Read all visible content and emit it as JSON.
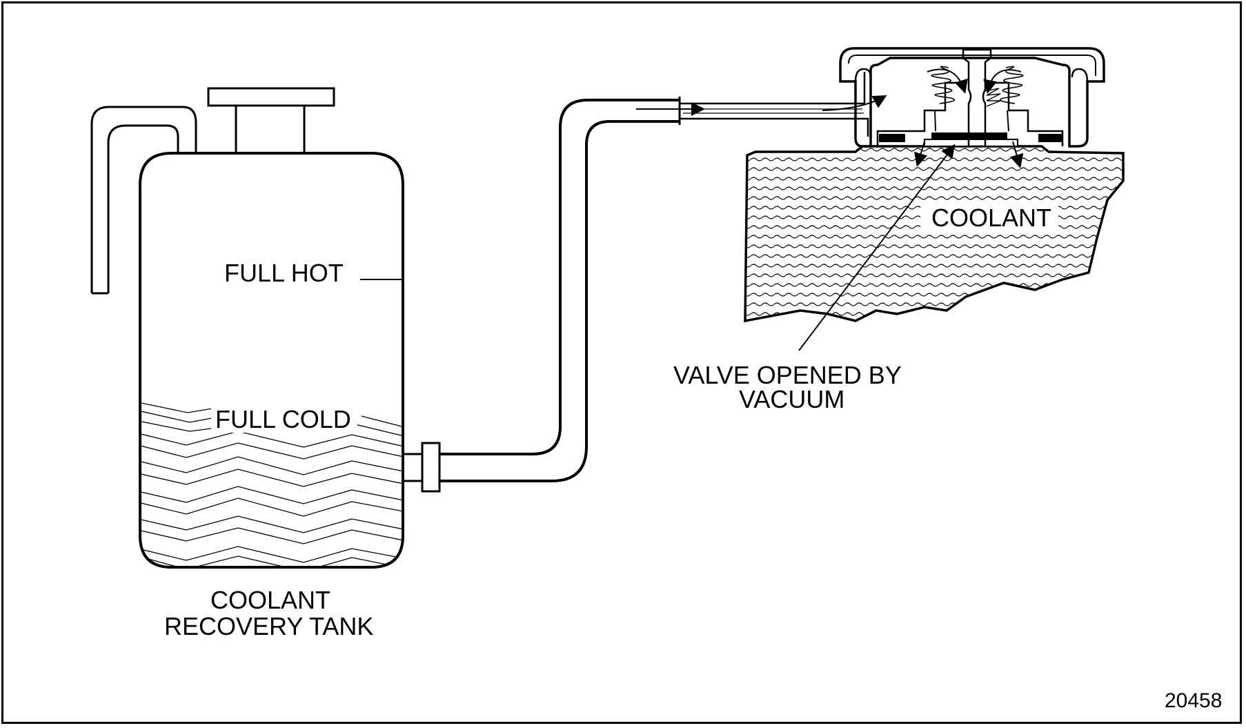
{
  "diagram": {
    "tank": {
      "level_hot": "FULL HOT",
      "level_cold": "FULL COLD",
      "name_line1": "COOLANT",
      "name_line2": "RECOVERY TANK"
    },
    "radiator": {
      "fluid_label": "COOLANT",
      "valve_line1": "VALVE OPENED BY",
      "valve_line2": "VACUUM"
    },
    "figure_number": "20458"
  },
  "colors": {
    "ink": "#000000",
    "paper": "#ffffff"
  }
}
